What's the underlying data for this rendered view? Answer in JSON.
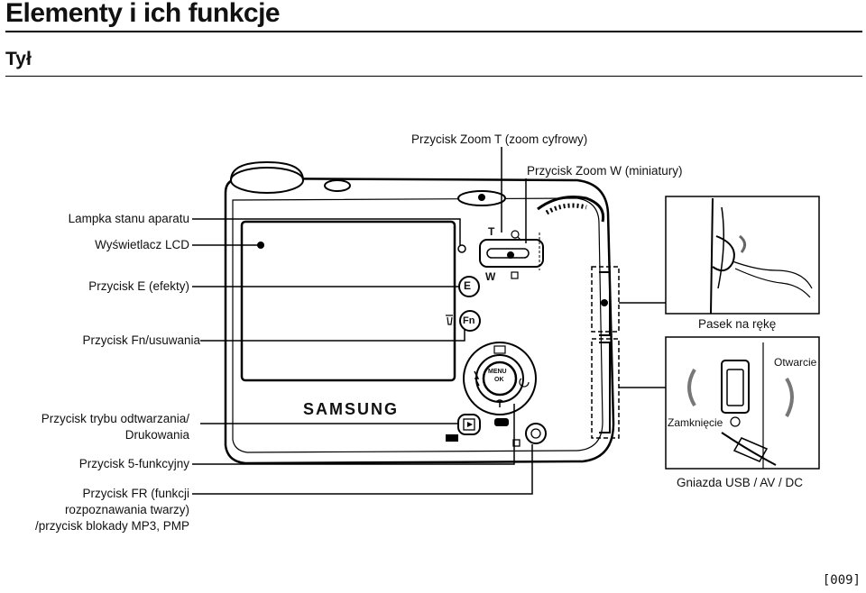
{
  "header": {
    "title": "Elementy i ich funkcje",
    "section": "Tył"
  },
  "labels": {
    "zoom_t": "Przycisk Zoom T (zoom cyfrowy)",
    "zoom_w": "Przycisk Zoom W (miniatury)",
    "lamp": "Lampka stanu aparatu",
    "lcd": "Wyświetlacz LCD",
    "e_button": "Przycisk E (efekty)",
    "fn_button": "Przycisk Fn/usuwania",
    "play_line1": "Przycisk trybu odtwarzania/",
    "play_line2": "Drukowania",
    "five_func": "Przycisk 5-funkcyjny",
    "fr_line1": "Przycisk FR (funkcji",
    "fr_line2": "rozpoznawania twarzy)",
    "fr_line3": "/przycisk blokady MP3, PMP",
    "strap": "Pasek na rękę",
    "open": "Otwarcie",
    "close": "Zamknięcie",
    "sockets": "Gniazda USB / AV / DC"
  },
  "camera": {
    "brand": "SAMSUNG",
    "btn_e": "E",
    "btn_fn": "Fn",
    "btn_menu_1": "MENU",
    "btn_menu_2": "OK",
    "zoom_t_mark": "T",
    "zoom_w_mark": "W"
  },
  "footer": {
    "page": "[009]"
  }
}
